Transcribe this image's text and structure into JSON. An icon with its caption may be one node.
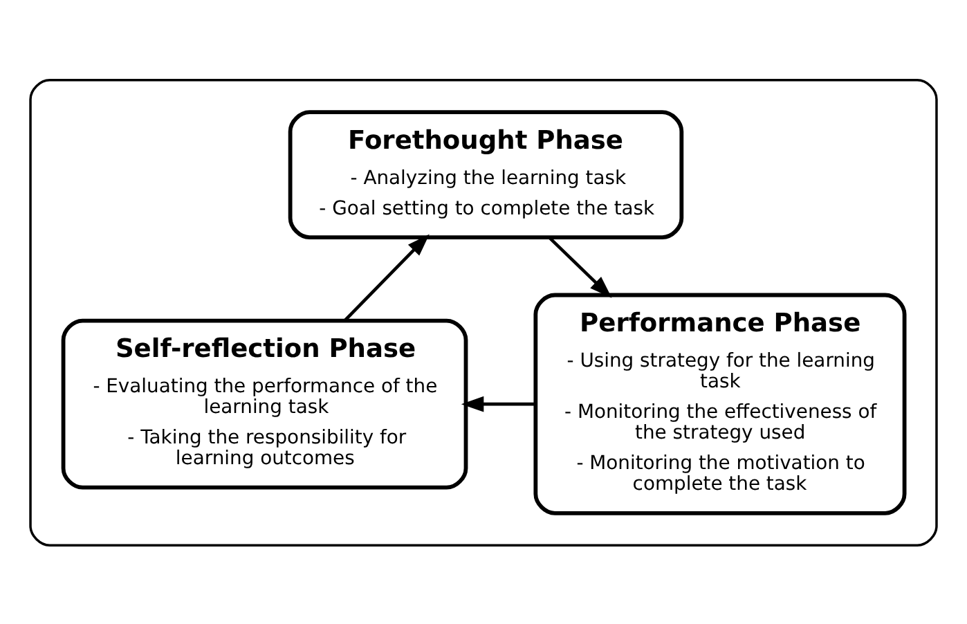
{
  "diagram": {
    "nodes": [
      {
        "text": [],
        "shape": "box"
      },
      {
        "text": [
          "Forethought Phase",
          "- Analyzing the learning task",
          "- Goal setting to complete the task"
        ],
        "in": 0
      },
      {
        "text": [
          "Performance Phase",
          "- Using strategy for the learning task",
          "- Monitoring the effectiveness of the strategy used",
          "- Monitoring the motivation to complete the task"
        ],
        "in": 0
      },
      {
        "text": [
          "Self-reflection Phase",
          "- Evaluating the performance of the learning task",
          "- Taking the responsibility for learning outcomes"
        ],
        "in": 0
      }
    ],
    "edges": [
      {
        "from": 1,
        "to": 2,
        "arrow": "to"
      },
      {
        "from": 2,
        "to": 3,
        "arrow": "to"
      },
      {
        "from": 3,
        "to": 1,
        "arrow": "to"
      }
    ]
  }
}
